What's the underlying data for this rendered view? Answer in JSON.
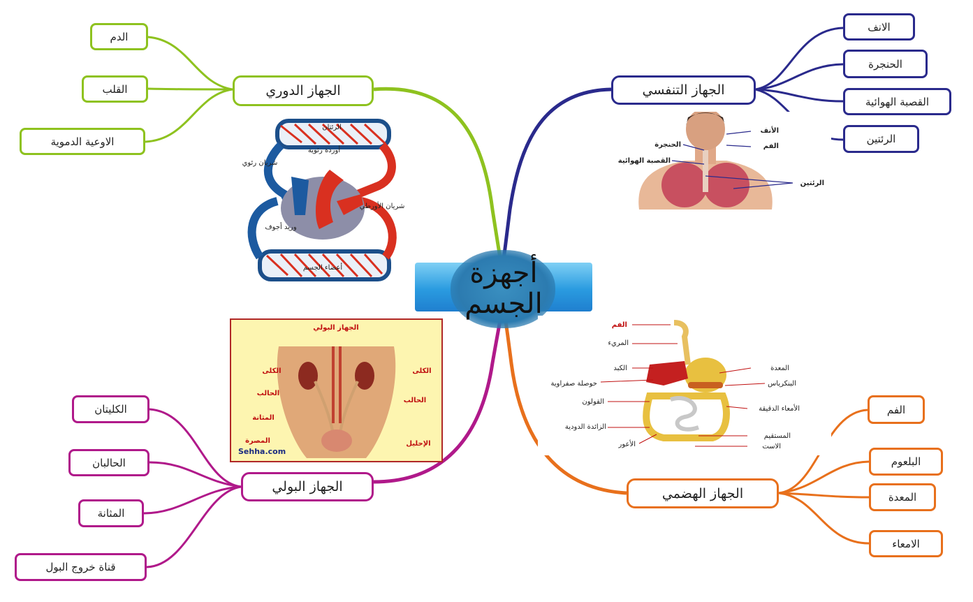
{
  "center": {
    "line1": "أجهزة",
    "line2": "الجسم"
  },
  "colors": {
    "circulatory": "#8ec21f",
    "respiratory": "#2a2a8c",
    "urinary": "#b0198a",
    "digestive": "#e8701c",
    "center": "#2a9be0"
  },
  "circulatory": {
    "title": "الجهاز الدوري",
    "items": [
      "الدم",
      "القلب",
      "الاوعية الدموية"
    ],
    "figure_labels": {
      "lungs": "الرئتان",
      "pulmonary_veins": "أوردة رئوية",
      "pulmonary_artery": "شريان رئوي",
      "aorta": "شريان الأورطي",
      "vena_cava": "وريد أجوف",
      "body": "أعضاء الجسم"
    }
  },
  "respiratory": {
    "title": "الجهاز التنفسي",
    "items": [
      "الانف",
      "الحنجرة",
      "القصبة الهوائية",
      "الرئتين"
    ],
    "figure_labels": {
      "nose": "الأنف",
      "mouth": "الفم",
      "larynx": "الحنجرة",
      "trachea": "القصبة الهوائية",
      "lungs": "الرئتين"
    }
  },
  "urinary": {
    "title": "الجهاز البولي",
    "items": [
      "الكليتان",
      "الحالبان",
      "المثانة",
      "قناة خروج البول"
    ],
    "figure_labels": {
      "title": "الجهاز البولي",
      "kidney_left": "الكلى",
      "kidney_right": "الكلى",
      "ureter_left": "الحالب",
      "ureter_right": "الحالب",
      "bladder": "المثانة",
      "sphincter": "المصرة",
      "urethra": "الإحليل",
      "watermark": "Sehha.com"
    }
  },
  "digestive": {
    "title": "الجهاز الهضمي",
    "items": [
      "الفم",
      "البلعوم",
      "المعدة",
      "الامعاء"
    ],
    "figure_labels": {
      "mouth": "الفم",
      "esophagus": "المريء",
      "liver": "الكبد",
      "gallbladder": "حوصلة صفراوية",
      "colon": "القولون",
      "appendix": "الزائدة الدودية",
      "cecum": "الأعور",
      "stomach": "المعدة",
      "pancreas": "البنكرياس",
      "small_intestine": "الأمعاء الدقيقة",
      "rectum": "المستقيم",
      "anus": "الاست"
    }
  }
}
